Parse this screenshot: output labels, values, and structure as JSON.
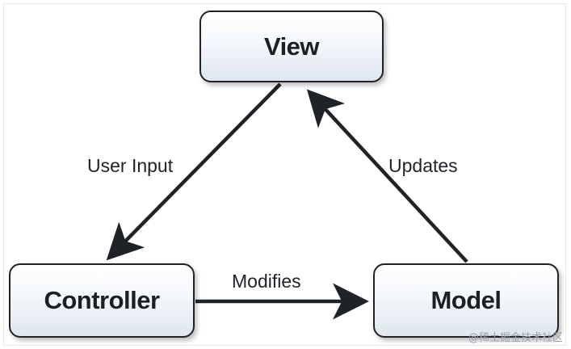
{
  "diagram": {
    "nodes": {
      "view": "View",
      "controller": "Controller",
      "model": "Model"
    },
    "edges": [
      {
        "from": "view",
        "to": "controller",
        "label": "User Input"
      },
      {
        "from": "model",
        "to": "view",
        "label": "Updates"
      },
      {
        "from": "controller",
        "to": "model",
        "label": "Modifies"
      }
    ]
  },
  "watermark": "@稀土掘金技术社区"
}
